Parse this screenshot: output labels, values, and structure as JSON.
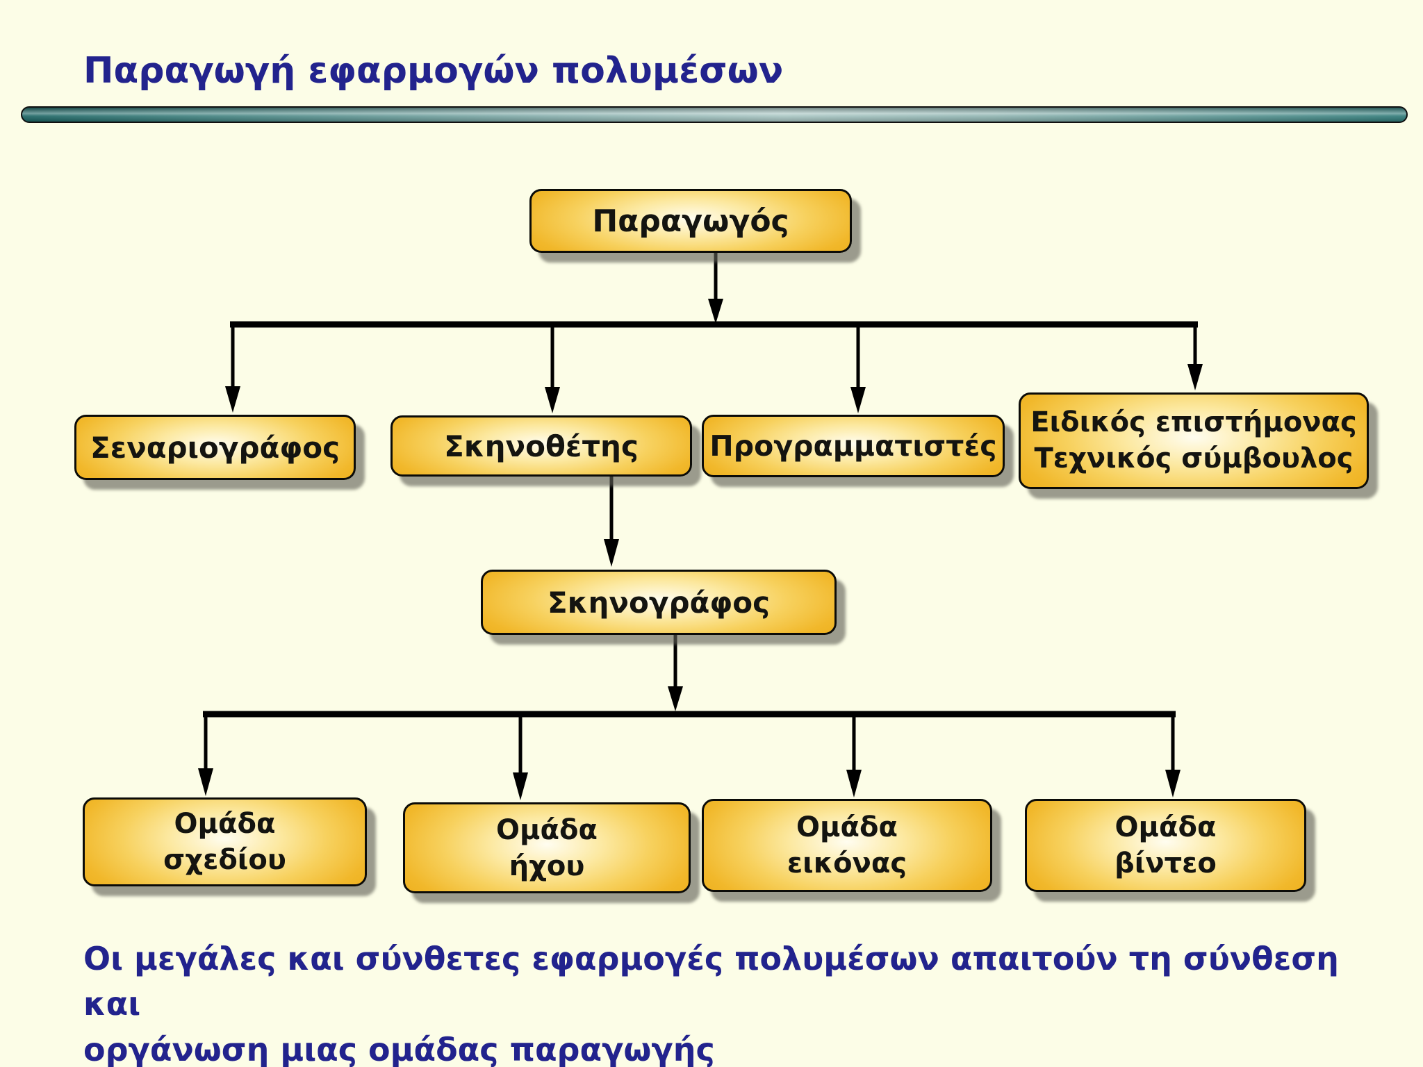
{
  "slide": {
    "title": "Παραγωγή εφαρμογών πολυμέσων",
    "footer": "Οι μεγάλες και σύνθετες εφαρμογές πολυμέσων απαιτούν τη σύνθεση και\nοργάνωση μιας ομάδας παραγωγής"
  },
  "org_chart": {
    "root": {
      "label": "Παραγωγός"
    },
    "level_2": [
      {
        "label": "Σεναριογράφος"
      },
      {
        "label": "Σκηνοθέτης"
      },
      {
        "label": "Προγραμματιστές"
      },
      {
        "label": "Ειδικός επιστήμονας\nΤεχνικός σύμβουλος"
      }
    ],
    "level_3": [
      {
        "label": "Σκηνογράφος"
      }
    ],
    "level_4": [
      {
        "label": "Ομάδα\nσχεδίου"
      },
      {
        "label": "Ομάδα\nήχου"
      },
      {
        "label": "Ομάδα\nεικόνας"
      },
      {
        "label": "Ομάδα\nβίντεο"
      }
    ],
    "edges": [
      {
        "from": "Παραγωγός",
        "to": "Σεναριογράφος"
      },
      {
        "from": "Παραγωγός",
        "to": "Σκηνοθέτης"
      },
      {
        "from": "Παραγωγός",
        "to": "Προγραμματιστές"
      },
      {
        "from": "Παραγωγός",
        "to": "Ειδικός επιστήμονας Τεχνικός σύμβουλος"
      },
      {
        "from": "Σκηνοθέτης",
        "to": "Σκηνογράφος"
      },
      {
        "from": "Σκηνογράφος",
        "to": "Ομάδα σχεδίου"
      },
      {
        "from": "Σκηνογράφος",
        "to": "Ομάδα ήχου"
      },
      {
        "from": "Σκηνογράφος",
        "to": "Ομάδα εικόνας"
      },
      {
        "from": "Σκηνογράφος",
        "to": "Ομάδα βίντεο"
      }
    ]
  },
  "colors": {
    "background": "#FCFDE7",
    "heading_text": "#22238D",
    "node_fill_gold": "#F0B21F",
    "node_border": "#0B0B08",
    "node_text": "#141410",
    "divider_teal_dark": "#1B6463",
    "divider_teal_light": "#A9C6C3",
    "connector": "#000000",
    "shadow": "#9E9E94"
  }
}
